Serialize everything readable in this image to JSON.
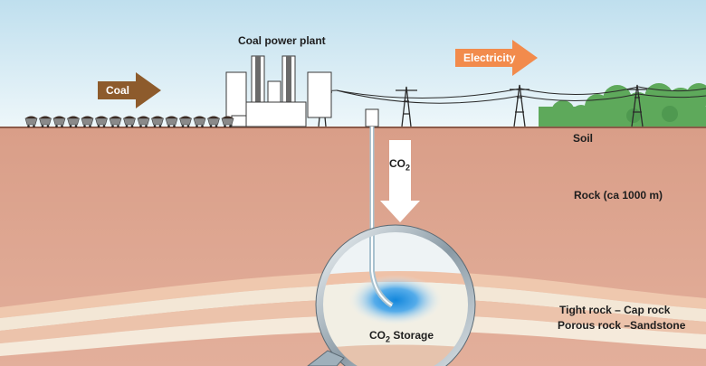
{
  "labels": {
    "coal": "Coal",
    "power_plant": "Coal power plant",
    "electricity": "Electricity",
    "soil": "Soil",
    "co2_base": "CO",
    "co2_sub": "2",
    "rock": "Rock (ca 1000 m)",
    "tight_rock": "Tight rock – Cap rock",
    "porous_rock": "Porous rock –Sandstone",
    "storage_base": "CO",
    "storage_sub": "2",
    "storage_word": " Storage"
  },
  "colors": {
    "sky_top": "#c9e3f0",
    "sky_bottom": "#e9f4f8",
    "ground": "#dba38f",
    "coal_arrow": "#8a5a2b",
    "electricity_arrow": "#f08a4b",
    "co2_arrow": "#ffffff",
    "trees": "#5fae5f",
    "storage_blue": "#1a8fdc"
  },
  "icons": [
    "coal-train-icon",
    "power-plant-icon",
    "pylon-icon",
    "trees-icon",
    "magnifier-icon"
  ]
}
